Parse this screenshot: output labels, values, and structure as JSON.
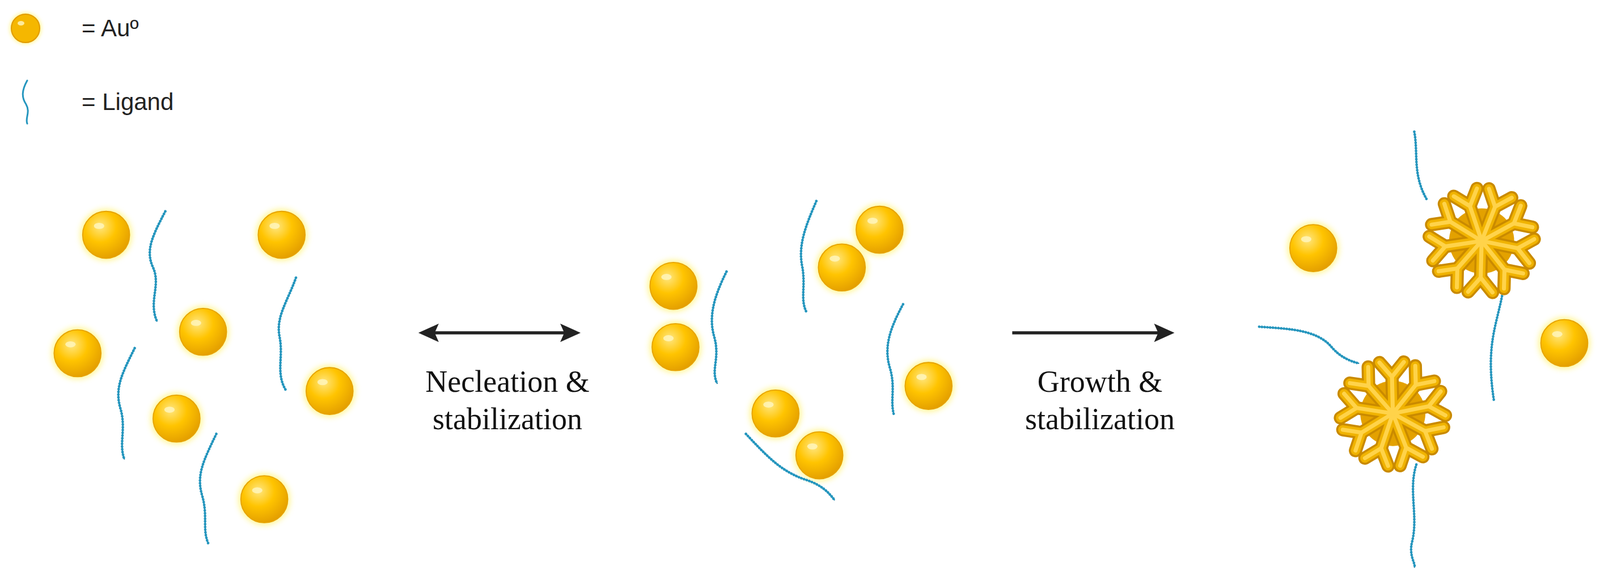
{
  "diagram": {
    "labels": [
      "Necleation & stabilization",
      "Growth & stabilization"
    ],
    "legend": [
      {
        "text": "= Auº",
        "color": "#f5b700"
      },
      {
        "text": "= Ligand"
      }
    ]
  }
}
